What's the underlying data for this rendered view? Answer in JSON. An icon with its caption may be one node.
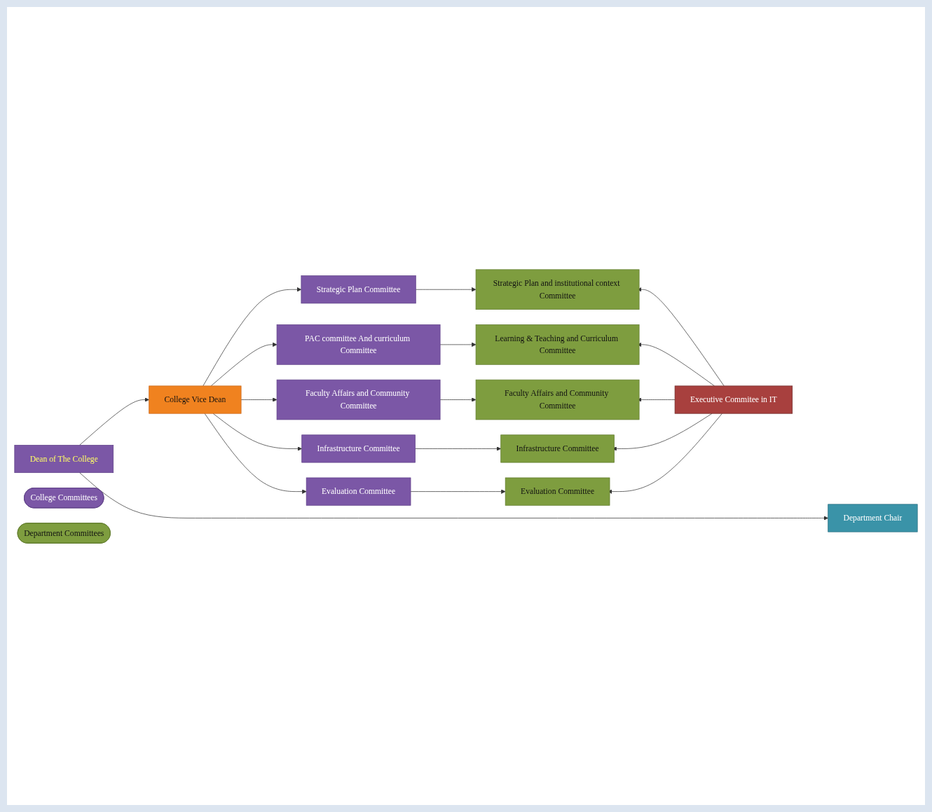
{
  "diagram": {
    "nodes": [
      {
        "text": [
          "Dean of The College"
        ]
      },
      {
        "text": [
          "College Committees"
        ]
      },
      {
        "text": [
          "Department Committees"
        ]
      },
      {
        "text": [
          "College Vice Dean"
        ]
      },
      {
        "text": [
          "Strategic Plan Committee"
        ]
      },
      {
        "text": [
          "PAC committee And curriculum Committee"
        ]
      },
      {
        "text": [
          "Faculty Affairs and Community Committee"
        ]
      },
      {
        "text": [
          "Infrastructure Committee"
        ]
      },
      {
        "text": [
          "Evaluation Committee"
        ]
      },
      {
        "text": [
          "Strategic Plan and institutional context Committee"
        ]
      },
      {
        "text": [
          "Learning & Teaching and Curriculum Committee"
        ]
      },
      {
        "text": [
          "Faculty Affairs and Community Committee"
        ]
      },
      {
        "text": [
          "Infrastructure Committee"
        ]
      },
      {
        "text": [
          "Evaluation Committee"
        ]
      },
      {
        "text": [
          "Executive Commitee in IT"
        ]
      },
      {
        "text": [
          "Department Chair"
        ]
      }
    ],
    "edges": [
      {
        "from": 0,
        "to": 3,
        "arrow": "to"
      },
      {
        "from": 0,
        "to": 15,
        "arrow": "to"
      },
      {
        "from": 3,
        "to": 4,
        "arrow": "to"
      },
      {
        "from": 3,
        "to": 5,
        "arrow": "to"
      },
      {
        "from": 3,
        "to": 6,
        "arrow": "to"
      },
      {
        "from": 3,
        "to": 7,
        "arrow": "to"
      },
      {
        "from": 3,
        "to": 8,
        "arrow": "to"
      },
      {
        "from": 4,
        "to": 9,
        "arrow": "to"
      },
      {
        "from": 5,
        "to": 10,
        "arrow": "to"
      },
      {
        "from": 6,
        "to": 11,
        "arrow": "to"
      },
      {
        "from": 7,
        "to": 12,
        "arrow": "to"
      },
      {
        "from": 8,
        "to": 13,
        "arrow": "to"
      },
      {
        "from": 14,
        "to": 9,
        "arrow": "to"
      },
      {
        "from": 14,
        "to": 10,
        "arrow": "to"
      },
      {
        "from": 14,
        "to": 11,
        "arrow": "to"
      },
      {
        "from": 14,
        "to": 12,
        "arrow": "to"
      },
      {
        "from": 14,
        "to": 13,
        "arrow": "to"
      }
    ]
  }
}
